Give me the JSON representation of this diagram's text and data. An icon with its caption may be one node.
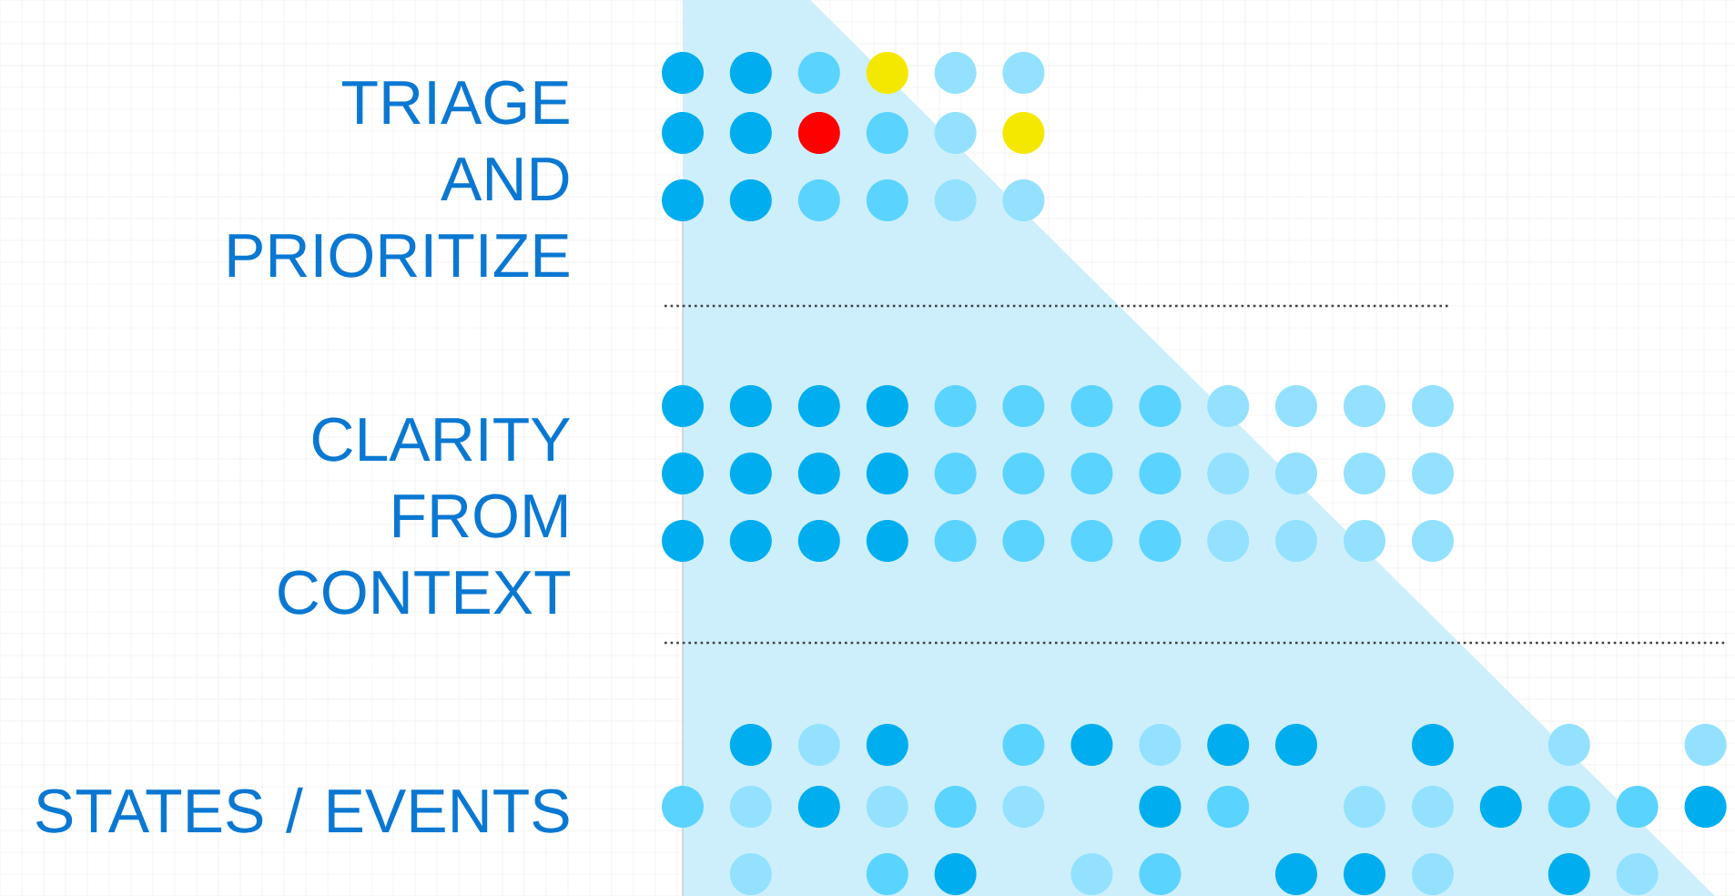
{
  "diagram": {
    "labels": [
      "TRIAGE AND PRIORITIZE",
      "CLARITY FROM CONTEXT",
      "STATES / EVENTS"
    ]
  }
}
